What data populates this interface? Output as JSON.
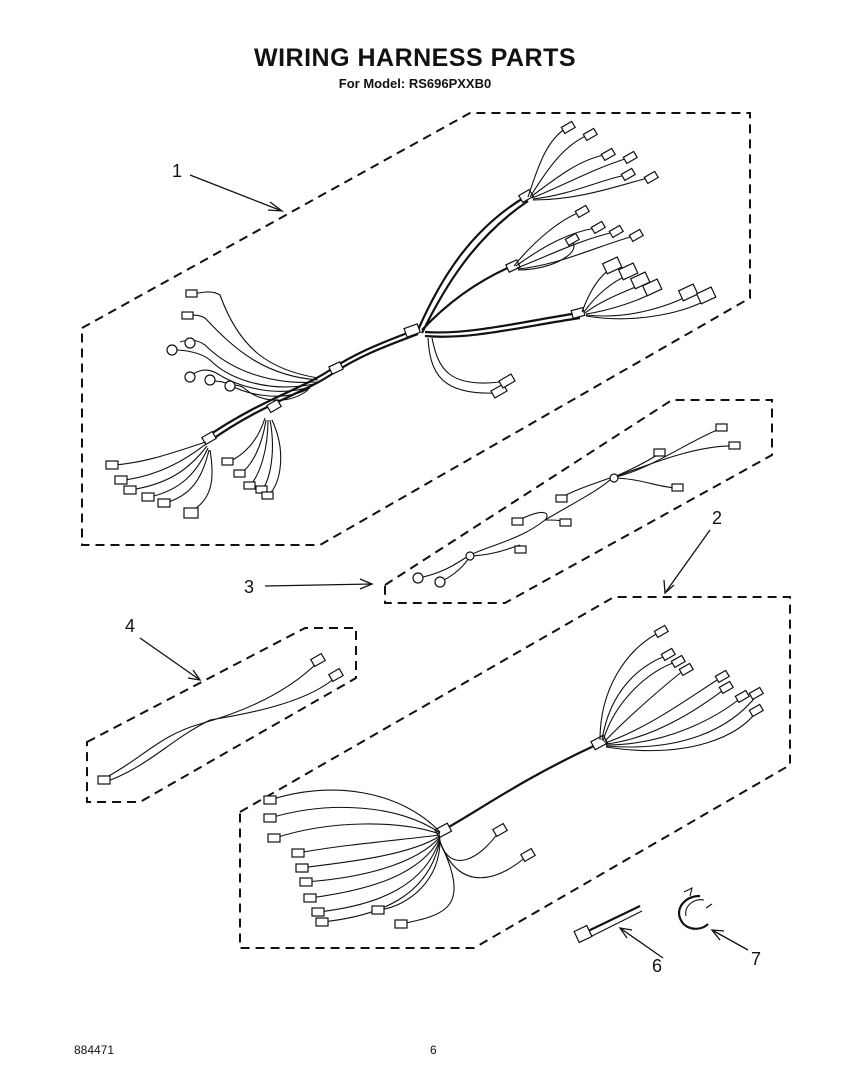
{
  "header": {
    "title": "WIRING HARNESS PARTS",
    "subtitle": "For Model: RS696PXXB0"
  },
  "callouts": {
    "item_1": "1",
    "item_2": "2",
    "item_3": "3",
    "item_4": "4",
    "item_6": "6",
    "item_7": "7"
  },
  "footer": {
    "doc_number": "884471",
    "page_number": "6"
  }
}
